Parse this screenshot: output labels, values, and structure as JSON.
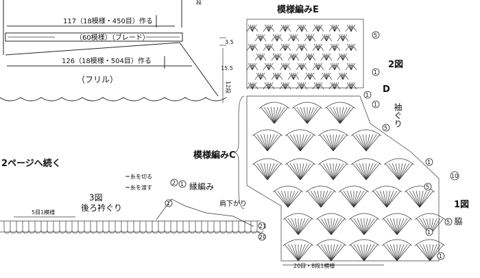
{
  "top_diagram": {
    "row_count_top": "117（18模様・450目）作る",
    "braid_label": "（60模様）（ブレード）",
    "row_count_mid": "126（18模様・504目）作る",
    "frill_label": "（フリル）",
    "measure_a": "3.5",
    "measure_b": "15.5",
    "measure_c": "12段",
    "top_corner_mark": "段"
  },
  "page_note": "2ページへ続く",
  "figure3": {
    "title": "3図",
    "subtitle": "後ろ衿ぐり",
    "legend_cut": "＝糸を切る",
    "legend_attach": "＝糸を渡す",
    "repeat_label": "5目1模様",
    "edging_label": "縁編み",
    "shoulder_label": "肩下がり"
  },
  "main_chart": {
    "pattern_e": "模様編みE",
    "pattern_c": "模様編みC",
    "fig2": "2図",
    "label_d": "D",
    "sleeve_label": "袖ぐり",
    "fig1": "1図",
    "side_label": "脇",
    "bottom_repeat": "20目・8段1模様"
  },
  "row_markers": [
    "5",
    "1",
    "1",
    "5",
    "1",
    "5",
    "1",
    "10",
    "5",
    "1",
    "21",
    "20",
    "2",
    "1",
    "1",
    "1"
  ]
}
